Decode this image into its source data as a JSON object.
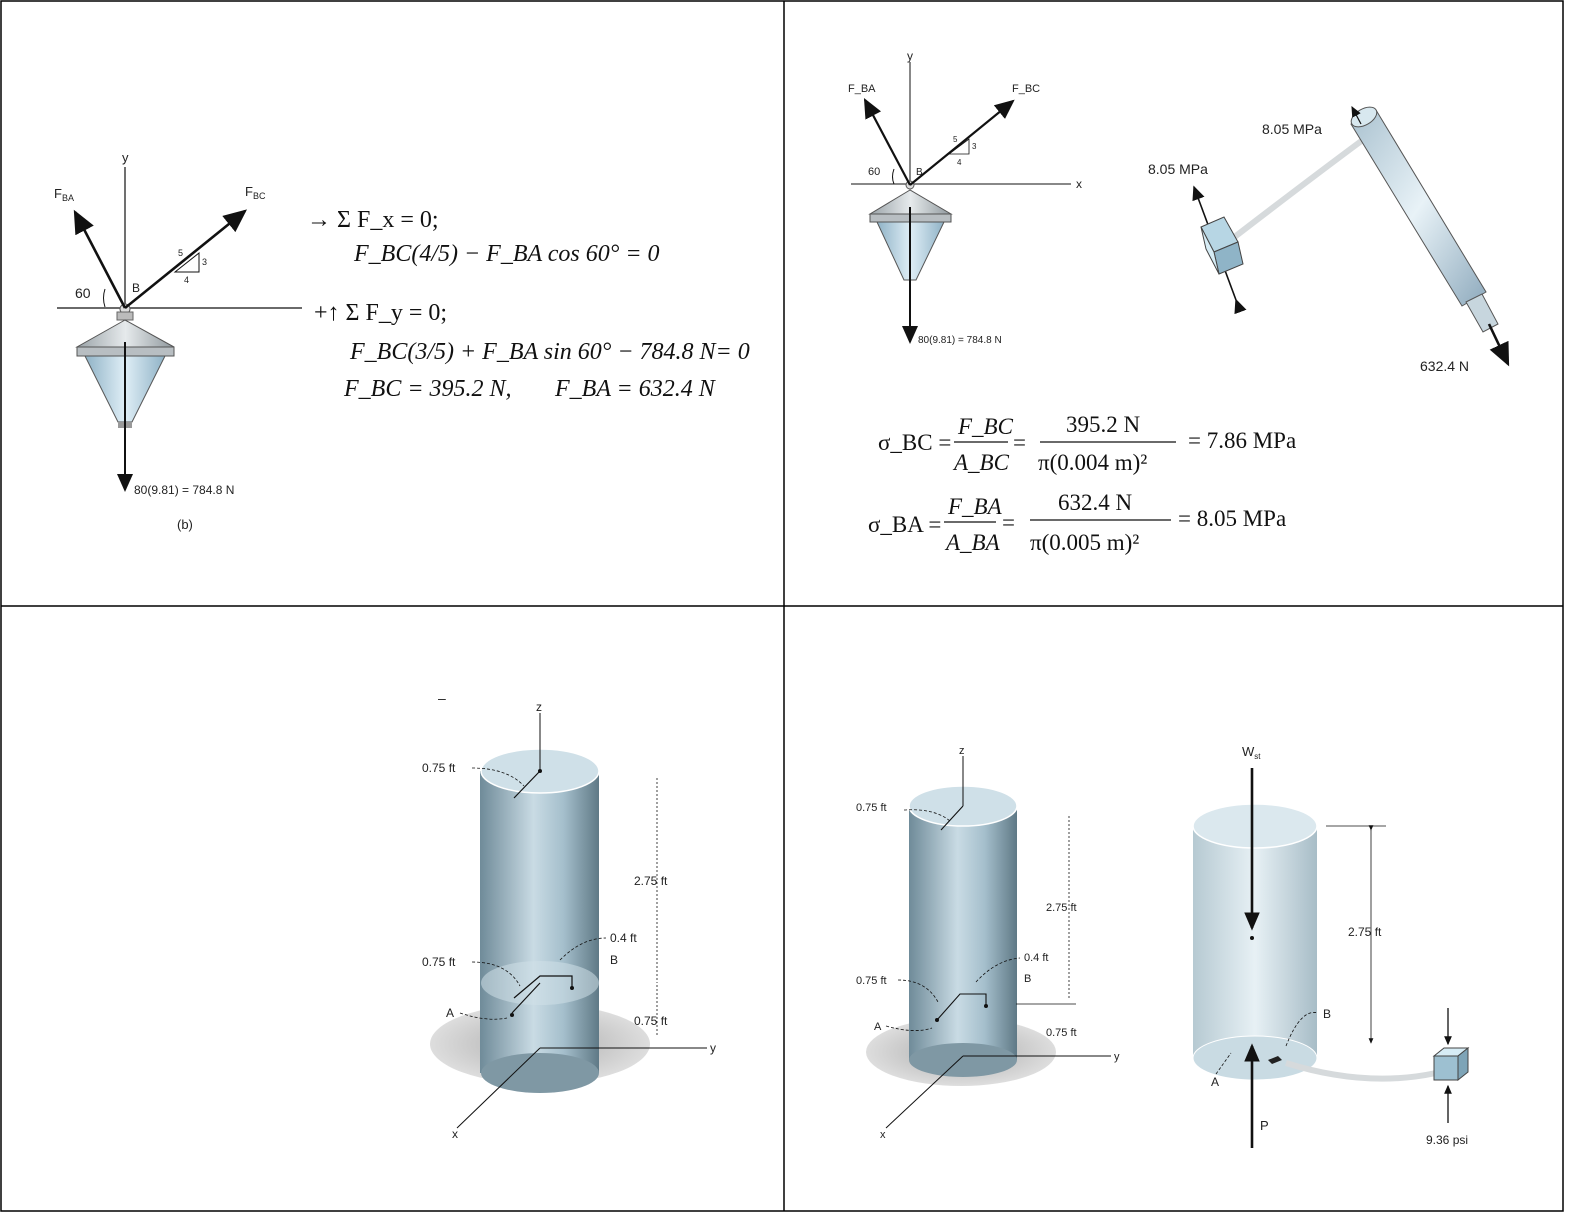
{
  "p1": {
    "labels": {
      "y": "y",
      "fba": "F",
      "fba_sub": "BA",
      "fbc": "F",
      "fbc_sub": "BC",
      "angle": "60",
      "point": "B",
      "slope_5": "5",
      "slope_3": "3",
      "slope_4": "4",
      "weight": "80(9.81) = 784.8 N",
      "caption": "(b)"
    },
    "equations": {
      "eq1": "→ Σ F_x = 0;",
      "eq2": "F_BC(4/5) − F_BA cos 60° = 0",
      "eq3": "+↑ Σ F_y = 0;",
      "eq4": "F_BC(3/5) + F_BA sin 60° − 784.8 N= 0",
      "eq5a": "F_BC = 395.2 N,",
      "eq5b": "F_BA = 632.4 N"
    }
  },
  "p2": {
    "labels": {
      "y": "y",
      "x": "x",
      "fba": "F_BA",
      "fbc": "F_BC",
      "angle": "60",
      "point": "B",
      "slope_5": "5",
      "slope_3": "3",
      "slope_4": "4",
      "weight": "80(9.81) = 784.8 N",
      "stress_left": "8.05 MPa",
      "stress_top": "8.05 MPa",
      "force": "632.4 N"
    },
    "equations": {
      "sbc_lhs": "σ_BC =",
      "sbc_frac1_num": "F_BC",
      "sbc_frac1_den": "A_BC",
      "sbc_frac2_num": "395.2 N",
      "sbc_frac2_den": "π(0.004 m)²",
      "sbc_result": "= 7.86 MPa",
      "sba_lhs": "σ_BA =",
      "sba_frac1_num": "F_BA",
      "sba_frac1_den": "A_BA",
      "sba_frac2_num": "632.4 N",
      "sba_frac2_den": "π(0.005 m)²",
      "sba_result": "= 8.05 MPa"
    }
  },
  "p3": {
    "labels": {
      "z": "z",
      "x": "x",
      "y": "y",
      "top_radius": "0.75 ft",
      "height": "2.75 ft",
      "dist_04": "0.4 ft",
      "point_b": "B",
      "mid_radius": "0.75 ft",
      "point_a": "A",
      "bottom_dim": "0.75 ft"
    }
  },
  "p4": {
    "labels": {
      "z": "z",
      "x": "x",
      "y": "y",
      "top_radius": "0.75 ft",
      "height": "2.75 ft",
      "dist_04": "0.4 ft",
      "point_b": "B",
      "mid_radius": "0.75 ft",
      "point_a": "A",
      "bottom_dim": "0.75 ft",
      "weight": "W",
      "weight_sub": "st",
      "height_right": "2.75 ft",
      "point_b_right": "B",
      "point_a_right": "A",
      "force_p": "P",
      "stress": "9.36 psi"
    }
  }
}
